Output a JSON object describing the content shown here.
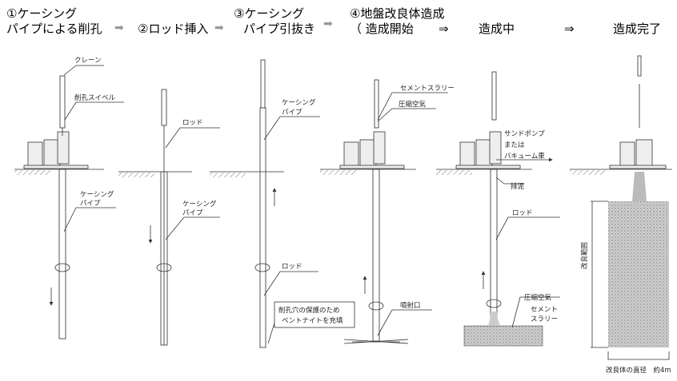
{
  "steps": [
    {
      "line1": "①ケーシング",
      "line2": "パイプによる削孔"
    },
    {
      "line1": "②ロッド挿入"
    },
    {
      "line1": "③ケーシング",
      "line2": "パイプ引抜き"
    },
    {
      "line1": "④地盤改良体造成",
      "line2": "（ 造成開始",
      "sub2": "造成中",
      "sub3": "造成完了"
    }
  ],
  "step_arrow_color": "#999999",
  "flow_arrow": "⇒",
  "labels": {
    "crane": "クレーン",
    "swivel": "削孔スイベル",
    "casing1": [
      "ケーシング",
      "パイプ"
    ],
    "rod2": "ロッド",
    "casing2": [
      "ケーシング",
      "パイプ"
    ],
    "casing3": [
      "ケーシング",
      "パイプ"
    ],
    "rod3": "ロッド",
    "bentonite": [
      "削孔穴の保護のため",
      "ベントナイトを充填"
    ],
    "cement_slurry": "セメントスラリー",
    "compressed_air": "圧縮空気",
    "nozzle": "噴射口",
    "pump": [
      "サンドポンプ",
      "または",
      "バキューム車"
    ],
    "mud": "排泥",
    "rod5": "ロッド",
    "compressed_air2": "圧縮空気",
    "cement_slurry2": [
      "セメント",
      "スラリー"
    ],
    "range": "改良範囲",
    "diameter": "改良体の直径　約4m"
  }
}
